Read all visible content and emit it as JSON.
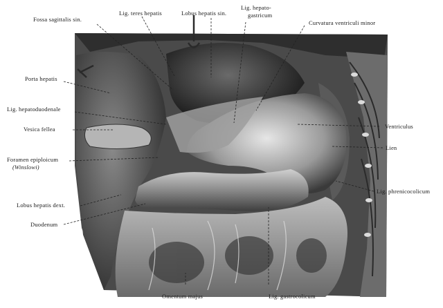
{
  "figure": {
    "labels": {
      "fossa_sagittalis_sin": "Fossa sagittalis sin.",
      "lig_teres_hepatis": "Lig. teres hepatis",
      "lobus_hepatis_sin": "Lobus hepatis sin.",
      "lig_hepatogastricum_1": "Lig. hepato-",
      "lig_hepatogastricum_2": "gastricum",
      "curvatura_ventriculi_minor": "Curvatura ventriculi minor",
      "porta_hepatis": "Porta hepatis",
      "lig_hepatoduodenale": "Lig. hepatoduodenale",
      "vesica_fellea": "Vesica fellea",
      "ventriculus": "Ventriculus",
      "lien": "Lien",
      "foramen_epiploicum": "Foramen epiploicum",
      "winslowi": "(Winslowi)",
      "lig_phrenicocolicum": "Lig. phrenicocolicum",
      "lobus_hepatis_dext": "Lobus hepatis dext.",
      "duodenum": "Duodenum",
      "omentum_majus": "Omentum majus",
      "lig_gastrocolicum": "Lig. gastrocolicum"
    }
  }
}
